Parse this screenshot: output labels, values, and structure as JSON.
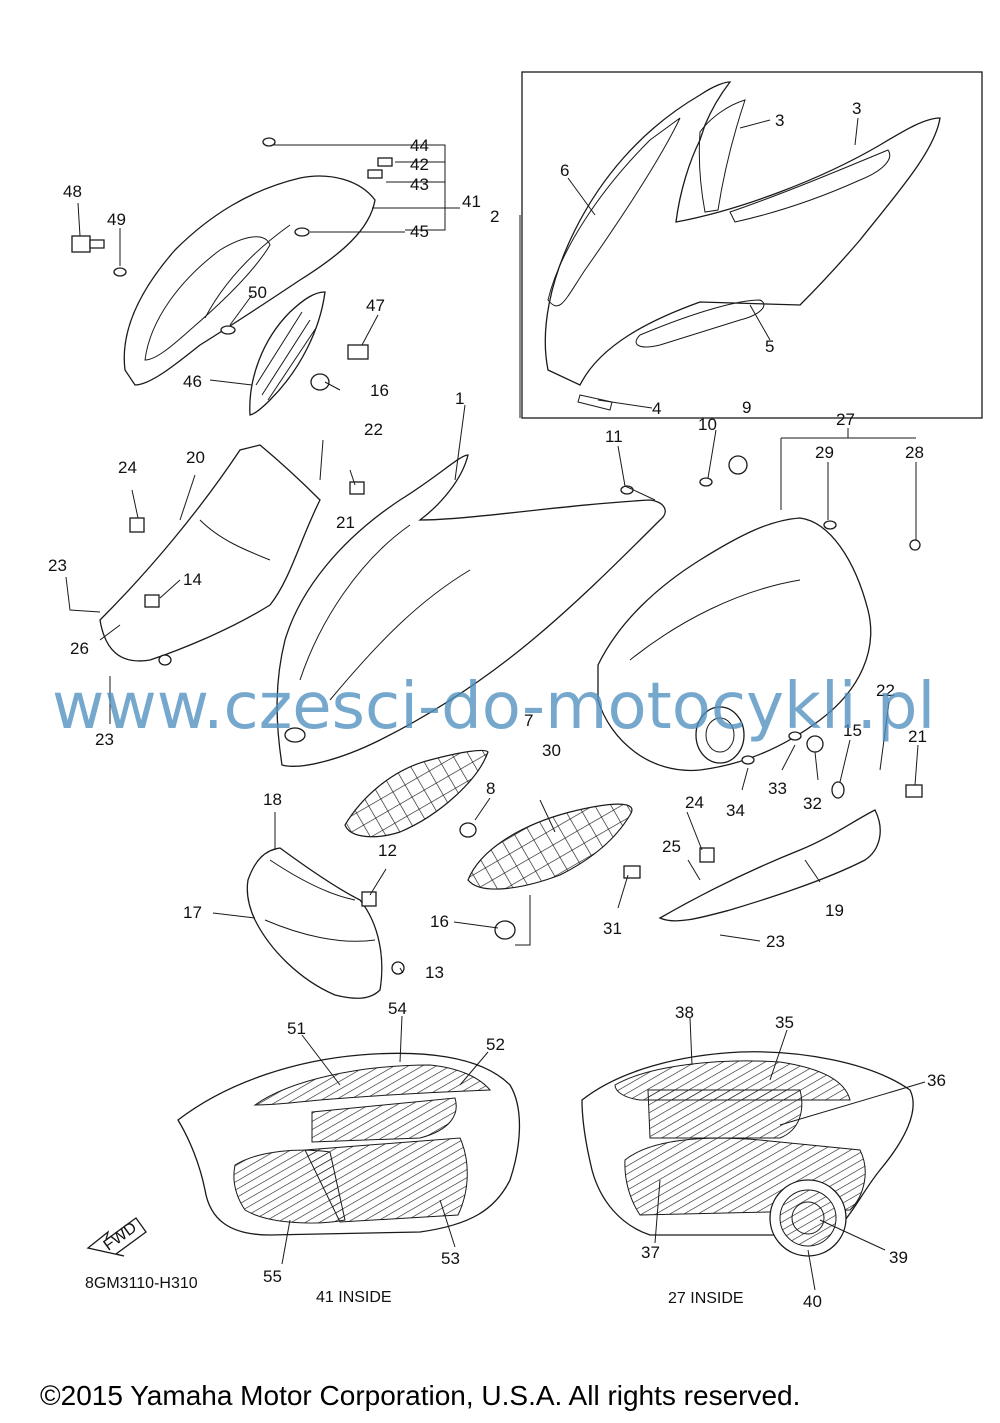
{
  "diagram": {
    "watermark": "www.czesci-do-motocykli.pl",
    "diagram_code": "8GM3110-H310",
    "inside_caption_41": "41 INSIDE",
    "inside_caption_27": "27 INSIDE",
    "fwd_label": "FWD",
    "copyright": "©2015 Yamaha Motor Corporation, U.S.A. All rights reserved.",
    "part_numbers": [
      "1",
      "2",
      "3",
      "3",
      "4",
      "5",
      "6",
      "7",
      "8",
      "9",
      "10",
      "11",
      "12",
      "13",
      "14",
      "15",
      "16",
      "16",
      "17",
      "18",
      "19",
      "20",
      "21",
      "21",
      "22",
      "22",
      "23",
      "23",
      "23",
      "24",
      "24",
      "25",
      "26",
      "27",
      "28",
      "29",
      "30",
      "31",
      "32",
      "33",
      "34",
      "35",
      "36",
      "37",
      "38",
      "39",
      "40",
      "41",
      "42",
      "43",
      "44",
      "45",
      "46",
      "47",
      "48",
      "49",
      "50",
      "51",
      "52",
      "53",
      "54",
      "55"
    ]
  }
}
